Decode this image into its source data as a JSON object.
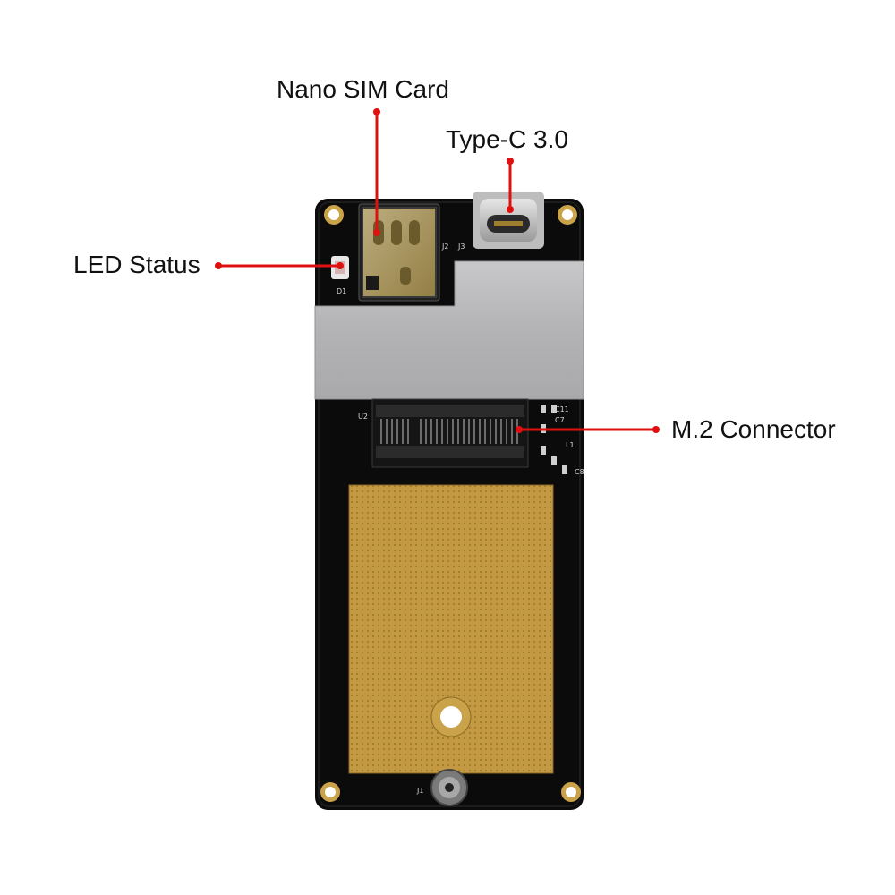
{
  "callouts": {
    "nano_sim": "Nano SIM Card",
    "type_c": "Type-C 3.0",
    "led": "LED Status",
    "m2": "M.2 Connector"
  },
  "silkscreen": {
    "j2": "J2",
    "j3": "J3",
    "u2": "U2",
    "j1": "J1",
    "d1": "D1",
    "c11": "C11",
    "c7": "C7",
    "l1": "L1",
    "c8": "C8"
  },
  "colors": {
    "board": "#0b0b0b",
    "shield": "#b9b9bb",
    "gold_pad": "#c9a24a",
    "callout_red": "#e01010"
  }
}
